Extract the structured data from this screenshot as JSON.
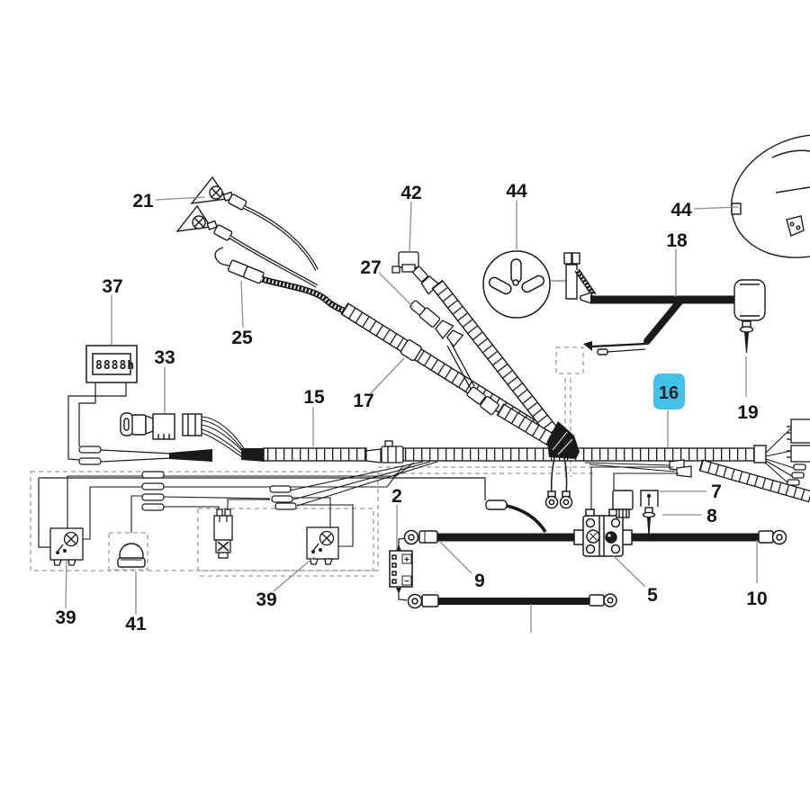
{
  "diagram": {
    "type": "wiring-harness-parts-diagram",
    "highlight_color": "#45c1e8",
    "line_color": "#1a1a1a",
    "leader_color": "#8c8c8c",
    "dashed_color": "#9a9a9a"
  },
  "labels": {
    "l2": "2",
    "l5": "5",
    "l7": "7",
    "l8": "8",
    "l9": "9",
    "l10": "10",
    "l15": "15",
    "l16": "16",
    "l17": "17",
    "l18": "18",
    "l19": "19",
    "l21": "21",
    "l25": "25",
    "l27": "27",
    "l33": "33",
    "l37": "37",
    "l39a": "39",
    "l39b": "39",
    "l41": "41",
    "l42": "42",
    "l44a": "44",
    "l44b": "44"
  },
  "hour_meter": {
    "display": "8888h"
  },
  "battery": {
    "plus": "+",
    "minus": "−"
  }
}
